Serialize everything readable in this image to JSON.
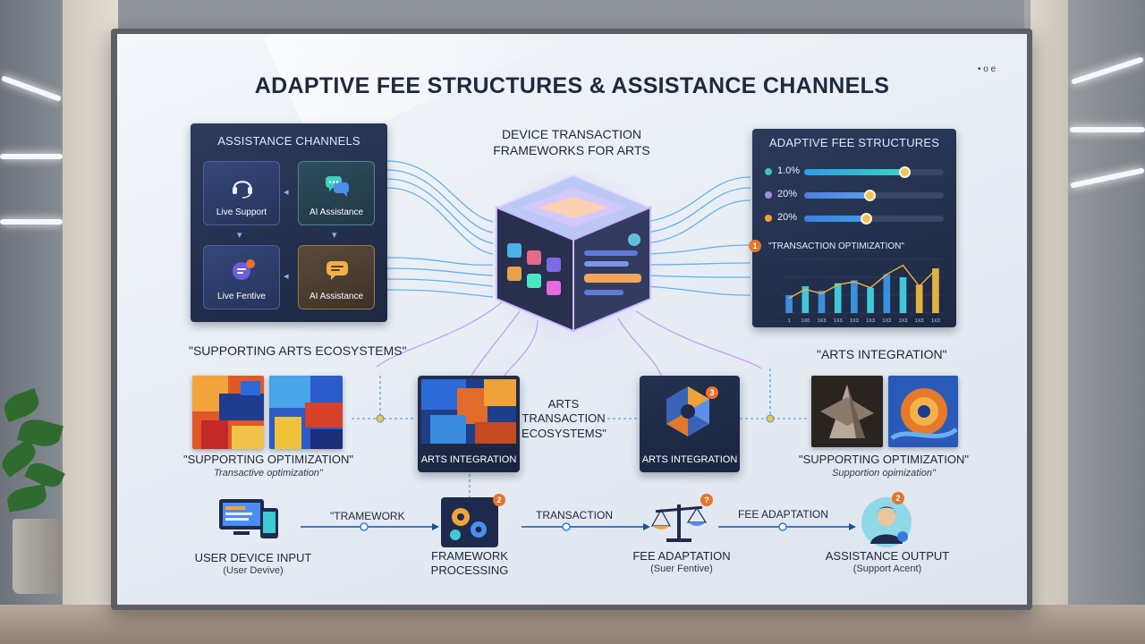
{
  "title": "ADAPTIVE FEE STRUCTURES & ASSISTANCE CHANNELS",
  "pager": "• o e",
  "assistance": {
    "title": "ASSISTANCE CHANNELS",
    "tiles": [
      {
        "label": "Live Support",
        "icon": "headset-icon"
      },
      {
        "label": "AI Assistance",
        "icon": "chat-bubbles-icon"
      },
      {
        "label": "Live Fentive",
        "icon": "chat-badge-icon"
      },
      {
        "label": "AI Assistance",
        "icon": "chat-bubble-icon"
      }
    ]
  },
  "center": {
    "line1": "DEVICE TRANSACTION",
    "line2": "FRAMEWORKS FOR ARTS"
  },
  "fees": {
    "title": "ADAPTIVE FEE STRUCTURES",
    "rows": [
      {
        "value": "1.0%",
        "dot": "#3cc7b0",
        "fill": "#37c9c9",
        "level": 0.72
      },
      {
        "value": "20%",
        "dot": "#a58be8",
        "fill": "#5aa0e8",
        "level": 0.47
      },
      {
        "value": "20%",
        "dot": "#f2a03a",
        "fill": "#3f9de8",
        "level": 0.44
      }
    ],
    "badge": "1",
    "optimization_label": "\"TRANSACTION OPTIMIZATION\""
  },
  "chart_data": {
    "type": "bar",
    "title": "\"TRANSACTION OPTIMIZATION\"",
    "categories": [
      "1",
      "1X0",
      "1X3",
      "1X3",
      "1X3",
      "1X3",
      "1X3",
      "1X3",
      "1X3",
      "1X3"
    ],
    "values": [
      12,
      18,
      15,
      20,
      22,
      17,
      26,
      24,
      19,
      30
    ],
    "bar_colors": [
      "#3a8fe0",
      "#3fc9d6",
      "#3a8fe0",
      "#3fc9d6",
      "#3a8fe0",
      "#3fc9d6",
      "#3a8fe0",
      "#3fc9d6",
      "#e0b23e",
      "#e0b23e"
    ],
    "line": [
      10,
      16,
      13,
      19,
      21,
      17,
      26,
      32,
      18,
      29
    ],
    "ylim": [
      0,
      36
    ]
  },
  "labels": {
    "supporting_arts": "\"SUPPORTING ARTS ECOSYSTEMS\"",
    "arts_integration_top": "\"ARTS INTEGRATION\"",
    "arts_transaction": [
      "ARTS",
      "TRANSACTION",
      "ECOSYSTEMS\""
    ]
  },
  "art_cards": [
    {
      "label": "ARTS INTEGRATION"
    },
    {
      "label": "ARTS INTEGRATION",
      "badge": "3"
    }
  ],
  "captions": {
    "left": "\"SUPPORTING OPTIMIZATION\"",
    "left_sub": "Transactive optimization\"",
    "right": "\"SUPPORTING OPTIMIZATION\"",
    "right_sub": "Supportion opimization\""
  },
  "flow": {
    "edges": [
      "\"TRAMEWORK",
      "TRANSACTION",
      "FEE ADAPTATION"
    ],
    "nodes": [
      {
        "title": "USER DEVICE INPUT",
        "sub": "(User Devive)"
      },
      {
        "title": "FRAMEWORK",
        "title2": "PROCESSING",
        "badge": "2"
      },
      {
        "title": "FEE ADAPTATION",
        "sub": "(Suer Fentive)",
        "badge": "?"
      },
      {
        "title": "ASSISTANCE OUTPUT",
        "sub": "(Support Acent)",
        "badge": "2"
      }
    ]
  }
}
